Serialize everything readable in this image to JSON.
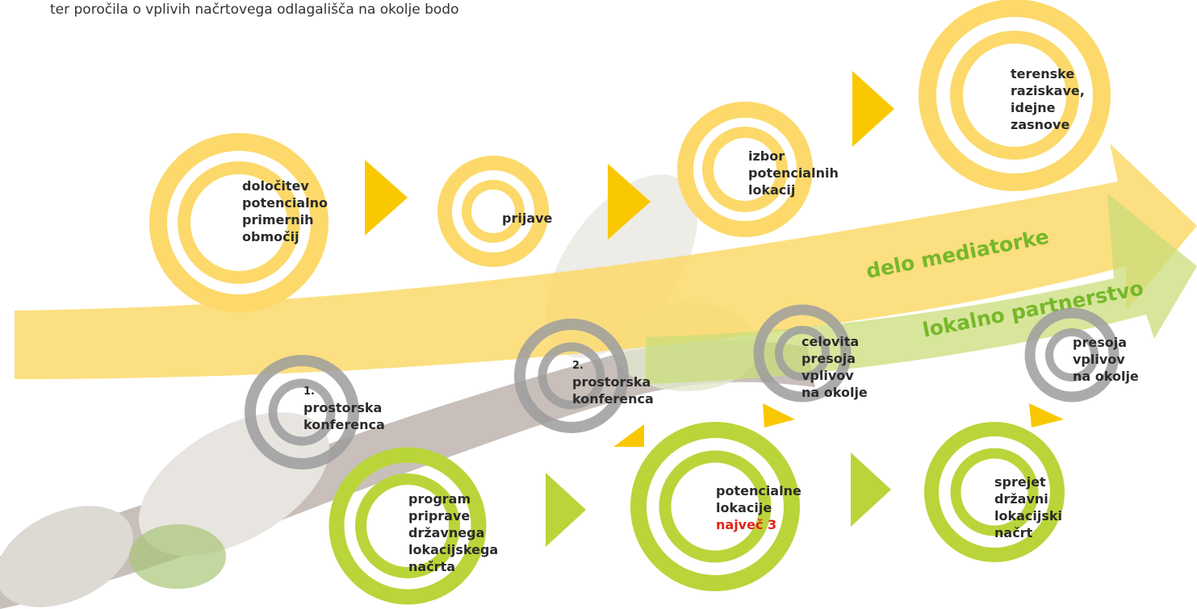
{
  "intro_text": "ter poročila o vplivih načrtovega odlagališča na okolje bodo",
  "arrows": {
    "mediator_label": "delo mediatorke",
    "partnership_label": "lokalno partnerstvo"
  },
  "colors": {
    "yellow": "#fcd96a",
    "yellow_dark": "#f9c800",
    "green": "#b9d53a",
    "green_label": "#76b82a",
    "grey": "#9d9d9d",
    "red": "#e2231a"
  },
  "yellow_steps": [
    {
      "lines": [
        "določitev",
        "potencialno",
        "primernih",
        "območij"
      ]
    },
    {
      "lines": [
        "prijave"
      ]
    },
    {
      "lines": [
        "izbor",
        "potencialnih",
        "lokacij"
      ]
    },
    {
      "lines": [
        "terenske",
        "raziskave,",
        "idejne",
        "zasnove"
      ]
    }
  ],
  "grey_steps": [
    {
      "lines": [
        "1.",
        "prostorska",
        "konferenca"
      ]
    },
    {
      "lines": [
        "2.",
        "prostorska",
        "konferenca"
      ]
    },
    {
      "lines": [
        "celovita",
        "presoja",
        "vplivov",
        "na okolje"
      ]
    },
    {
      "lines": [
        "presoja",
        "vplivov",
        "na okolje"
      ]
    }
  ],
  "green_steps": [
    {
      "lines": [
        "program",
        "priprave",
        "državnega",
        "lokacijskega",
        "načrta"
      ]
    },
    {
      "lines": [
        "potencialne",
        "lokacije"
      ],
      "highlight": "največ 3"
    },
    {
      "lines": [
        "sprejet",
        "državni",
        "lokacijski",
        "načrt"
      ]
    }
  ]
}
